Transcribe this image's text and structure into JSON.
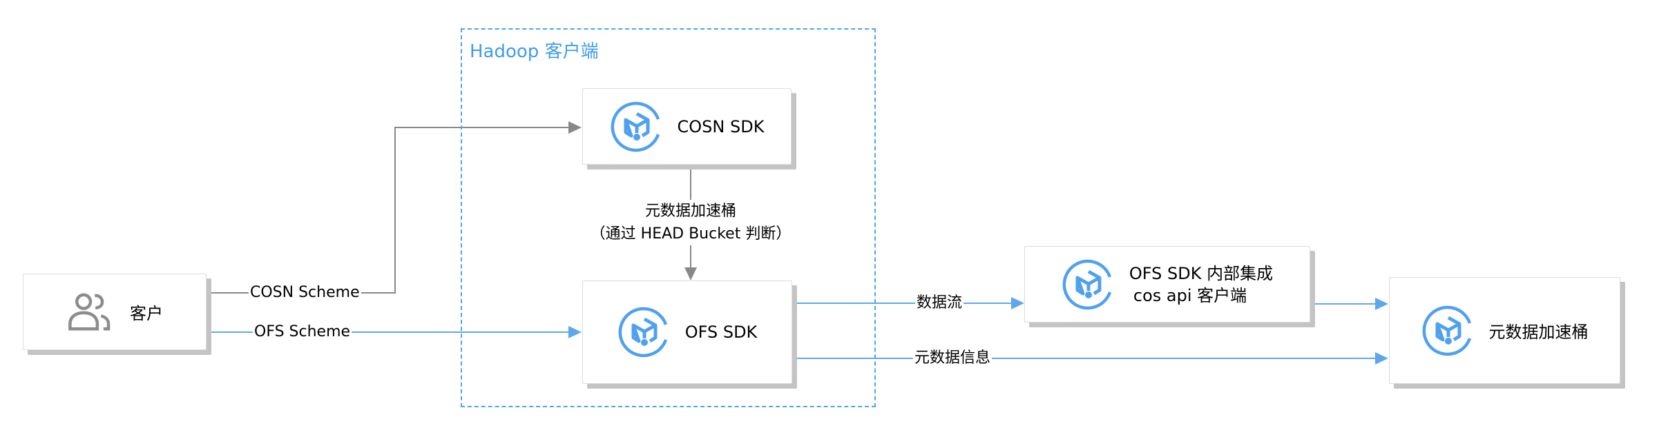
{
  "diagram": {
    "group": {
      "label": "Hadoop 客户端"
    },
    "nodes": {
      "customer": {
        "label": "客户",
        "icon": "users-icon"
      },
      "cosn_sdk": {
        "label": "COSN SDK",
        "icon": "sdk-cube-icon"
      },
      "ofs_sdk": {
        "label": "OFS SDK",
        "icon": "sdk-cube-icon"
      },
      "ofs_internal": {
        "label_line1": "OFS SDK 内部集成",
        "label_line2": "cos api 客户端",
        "icon": "sdk-cube-icon"
      },
      "meta_bucket": {
        "label": "元数据加速桶",
        "icon": "sdk-cube-icon"
      }
    },
    "edges": {
      "cosn_scheme": {
        "label": "COSN Scheme",
        "from": "客户",
        "to": "COSN SDK"
      },
      "ofs_scheme": {
        "label": "OFS Scheme",
        "from": "客户",
        "to": "OFS SDK"
      },
      "cosn_to_ofs": {
        "label_line1": "元数据加速桶",
        "label_line2": "（通过 HEAD Bucket 判断）",
        "from": "COSN SDK",
        "to": "OFS SDK"
      },
      "data_flow": {
        "label": "数据流",
        "from": "OFS SDK",
        "to": "OFS SDK 内部集成 cos api 客户端"
      },
      "internal_to_bucket": {
        "label": "",
        "from": "OFS SDK 内部集成 cos api 客户端",
        "to": "元数据加速桶"
      },
      "metadata_info": {
        "label": "元数据信息",
        "from": "OFS SDK",
        "to": "元数据加速桶"
      }
    },
    "colors": {
      "accent_blue": "#4fa1f0",
      "line_blue": "#5ea7ee",
      "line_gray": "#888888",
      "group_border": "#4aa3f2",
      "icon_gray": "#8c8c8c"
    }
  }
}
